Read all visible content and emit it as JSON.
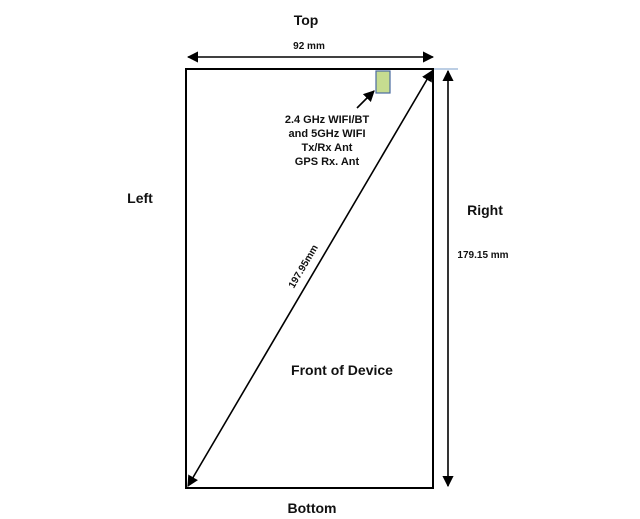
{
  "labels": {
    "top": "Top",
    "bottom": "Bottom",
    "left": "Left",
    "right": "Right",
    "front": "Front of Device"
  },
  "dimensions": {
    "width": "92 mm",
    "height": "179.15 mm",
    "diagonal": "197.95mm"
  },
  "antenna": {
    "lines": [
      "2.4 GHz WIFI/BT",
      "and 5GHz WIFI",
      "Tx/Rx Ant",
      "GPS Rx. Ant"
    ],
    "fill_color": "#c6dc90",
    "stroke_color": "#4a6aa0"
  },
  "colors": {
    "outline": "#000000"
  }
}
